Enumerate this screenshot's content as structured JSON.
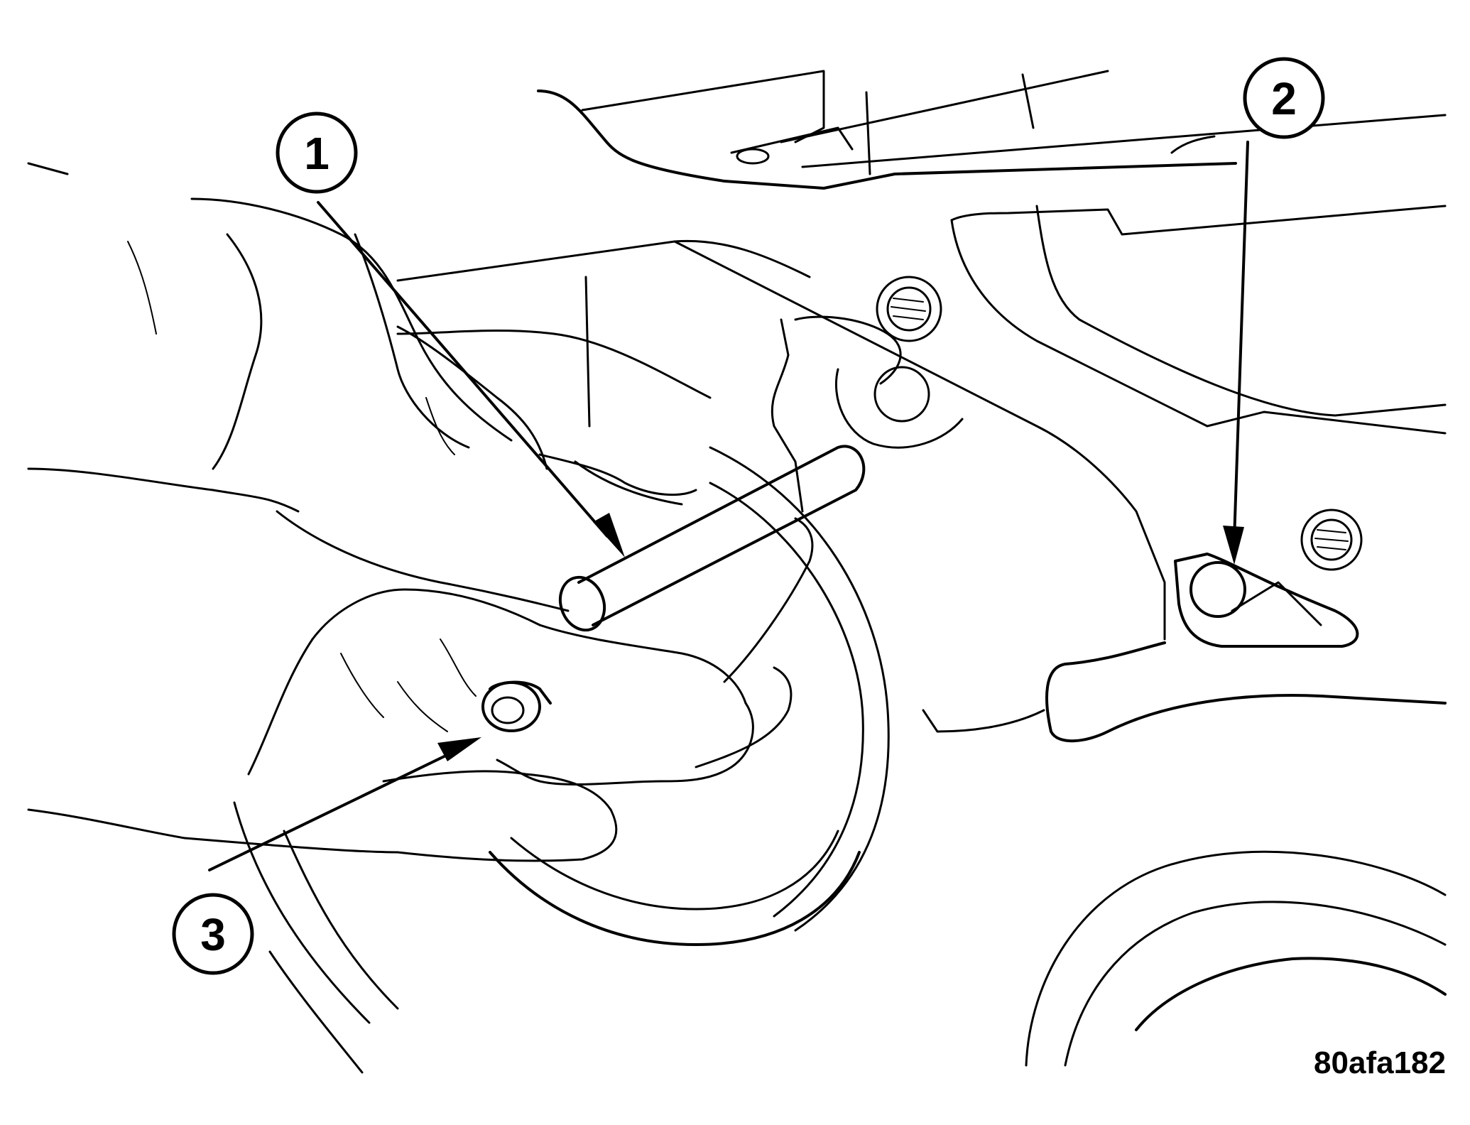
{
  "callouts": [
    {
      "label": "1"
    },
    {
      "label": "2"
    },
    {
      "label": "3"
    }
  ],
  "figure_code": "80afa182"
}
